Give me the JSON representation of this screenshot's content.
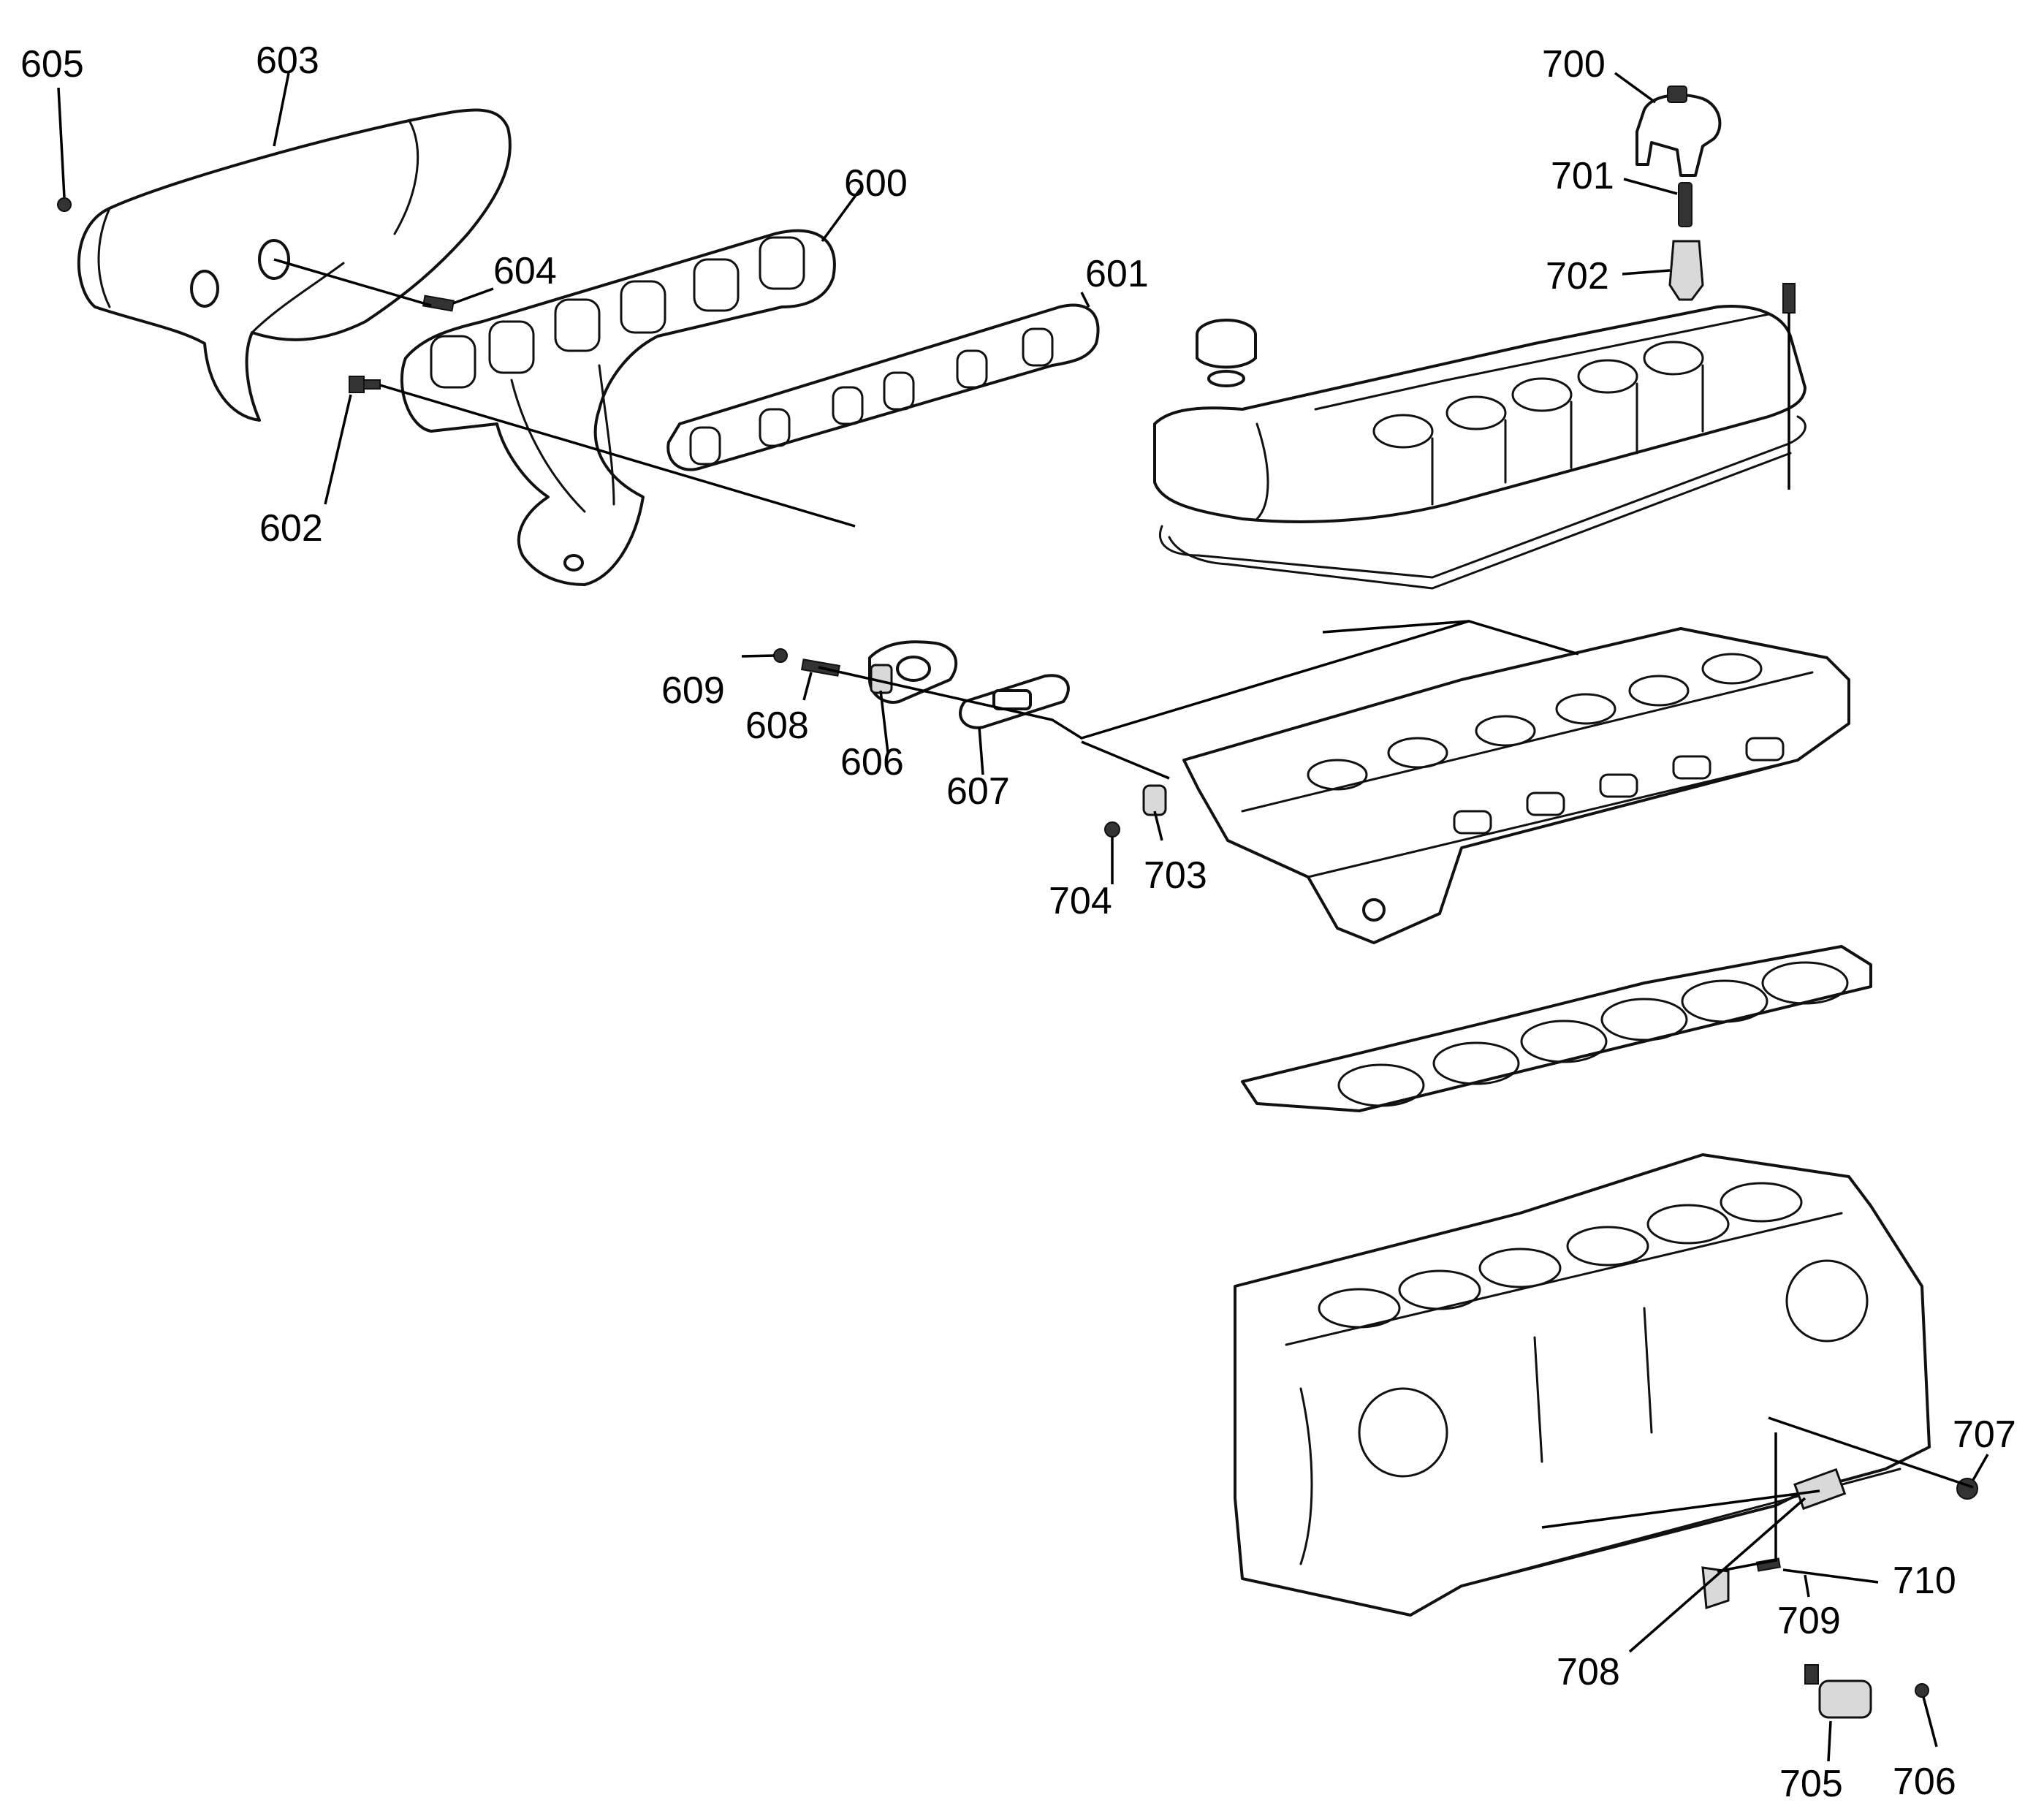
{
  "callouts": {
    "c600": "600",
    "c601": "601",
    "c602": "602",
    "c603": "603",
    "c604": "604",
    "c605": "605",
    "c606": "606",
    "c607": "607",
    "c608": "608",
    "c609": "609",
    "c700": "700",
    "c701": "701",
    "c702": "702",
    "c703": "703",
    "c704": "704",
    "c705": "705",
    "c706": "706",
    "c707": "707",
    "c708": "708",
    "c709": "709",
    "c710": "710"
  },
  "colors": {
    "line": "#111111",
    "background": "#ffffff"
  }
}
